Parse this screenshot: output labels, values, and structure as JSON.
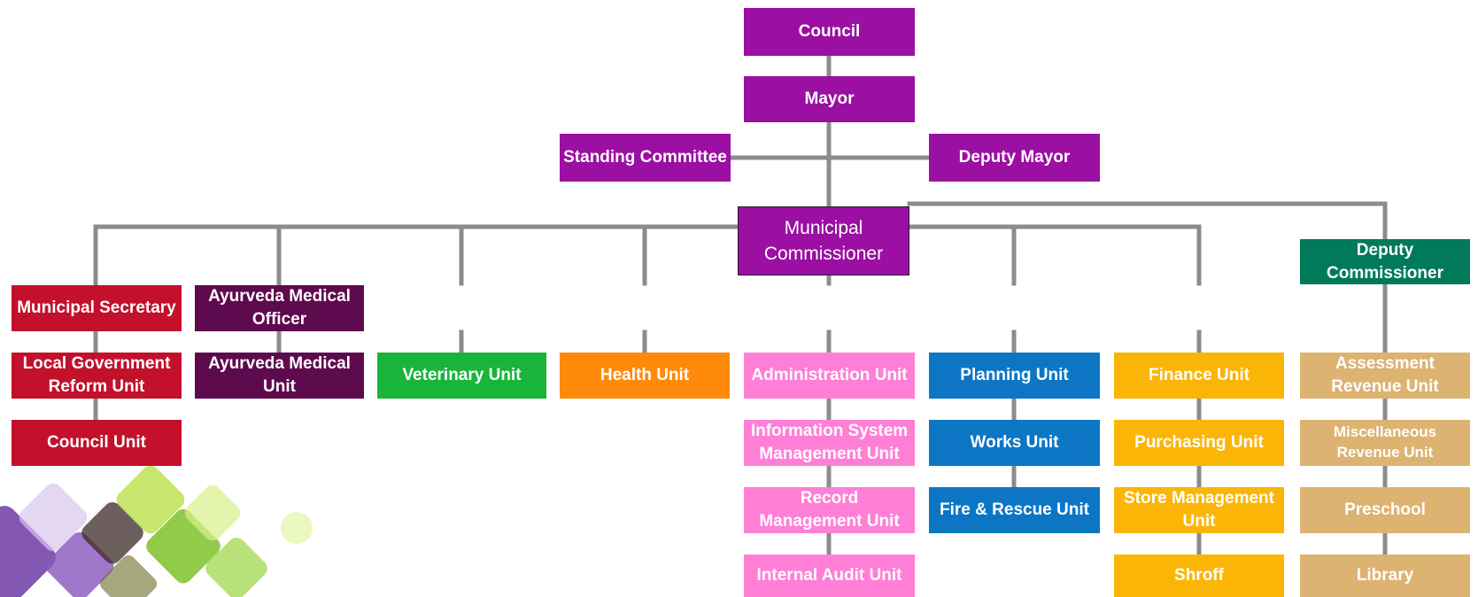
{
  "colors": {
    "connector": "#8c8c8c",
    "purple": "#9b0fa3",
    "crimson": "#c3102b",
    "plum": "#5e0a4f",
    "green": "#19b43a",
    "orange": "#ff8a0a",
    "pink": "#ff7fd6",
    "blue": "#0c76c4",
    "amber": "#fbb507",
    "teal": "#007a5a",
    "tan": "#ddb372"
  },
  "nodes": {
    "council": "Council",
    "mayor": "Mayor",
    "standing_committee": "Standing Committee",
    "deputy_mayor": "Deputy Mayor",
    "municipal_commissioner": "Municipal Commissioner",
    "deputy_commissioner": "Deputy Commissioner",
    "municipal_secretary": "Municipal Secretary",
    "local_gov_reform": "Local Government Reform Unit",
    "council_unit": "Council Unit",
    "ayurveda_officer": "Ayurveda Medical Officer",
    "ayurveda_unit": "Ayurveda Medical Unit",
    "veterinary_unit": "Veterinary Unit",
    "health_unit": "Health Unit",
    "administration_unit": "Administration Unit",
    "info_system_unit": "Information System Management Unit",
    "record_management_unit": "Record Management Unit",
    "internal_audit_unit": "Internal Audit Unit",
    "planning_unit": "Planning Unit",
    "works_unit": "Works Unit",
    "fire_rescue_unit": "Fire & Rescue Unit",
    "finance_unit": "Finance Unit",
    "purchasing_unit": "Purchasing Unit",
    "store_management_unit": "Store Management Unit",
    "shroff": "Shroff",
    "assessment_revenue_unit": "Assessment Revenue Unit",
    "misc_revenue_unit": "Miscellaneous Revenue Unit",
    "preschool": "Preschool",
    "library": "Library"
  }
}
